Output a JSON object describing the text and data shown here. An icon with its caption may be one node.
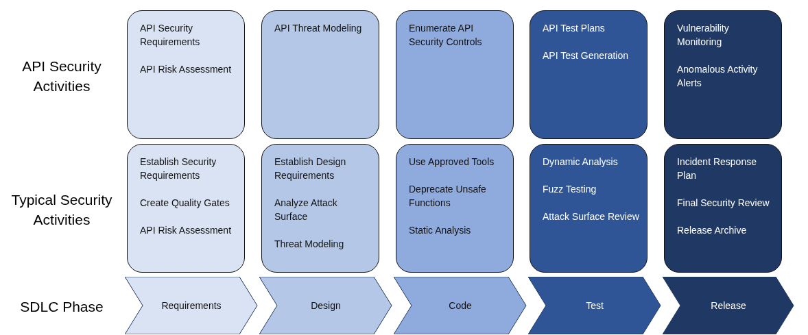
{
  "diagram": {
    "nodes": [
      {
        "text": [
          "API Security Requirements",
          "API Risk Assessment"
        ]
      },
      {
        "text": [
          "API Threat Modeling"
        ]
      },
      {
        "text": [
          "Enumerate API Security Controls"
        ]
      },
      {
        "text": [
          "API Test Plans",
          "API Test Generation"
        ]
      },
      {
        "text": [
          "Vulnerability Monitoring",
          "Anomalous Activity Alerts"
        ]
      },
      {
        "text": [
          "Establish Security Requirements",
          "Create Quality Gates",
          "API Risk Assessment"
        ]
      },
      {
        "text": [
          "Establish Design Requirements",
          "Analyze Attack Surface",
          "Threat Modeling"
        ]
      },
      {
        "text": [
          "Use Approved Tools",
          "Deprecate Unsafe Functions",
          "Static Analysis"
        ]
      },
      {
        "text": [
          "Dynamic Analysis",
          "Fuzz Testing",
          "Attack Surface Review"
        ]
      },
      {
        "text": [
          "Incident Response Plan",
          "Final Security Review",
          "Release Archive"
        ]
      },
      {
        "text": [
          "Requirements"
        ]
      },
      {
        "text": [
          "Design"
        ]
      },
      {
        "text": [
          "Code"
        ]
      },
      {
        "text": [
          "Test"
        ]
      },
      {
        "text": [
          "Release"
        ]
      }
    ],
    "labels": [
      "API Security Activities",
      "Typical Security Activities",
      "SDLC Phase"
    ]
  }
}
